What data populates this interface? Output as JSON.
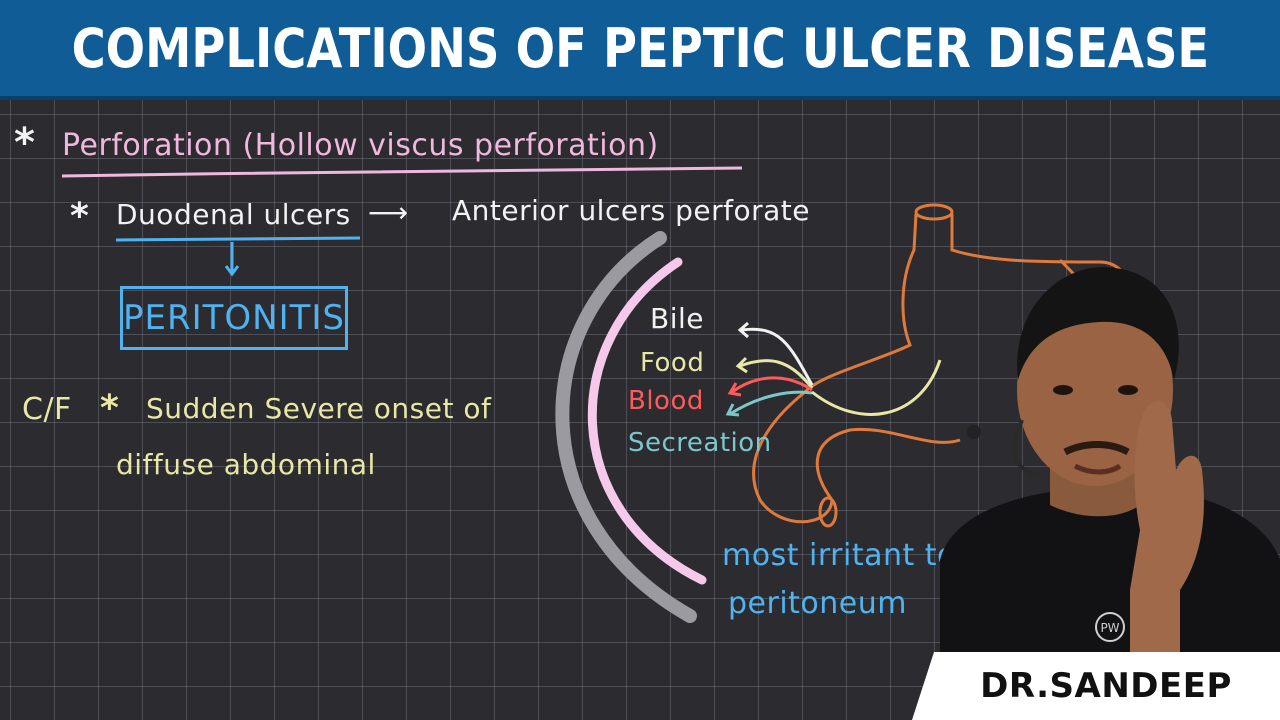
{
  "title": "COMPLICATIONS OF PEPTIC ULCER DISEASE",
  "notes": {
    "heading": "Perforation (Hollow viscus perforation)",
    "star": "*",
    "duodenal": "Duodenal ulcers",
    "arrow": "⟶",
    "anterior": "Anterior ulcers perforate",
    "peritonitis": "PERITONITIS",
    "cf_label": "C/F",
    "cf_line1": "Sudden Severe onset of",
    "cf_line2": "diffuse abdominal"
  },
  "diagram": {
    "bile": "Bile",
    "food": "Food",
    "blood": "Blood",
    "secretion": "Secreation",
    "irritant_line1": "most irritant to",
    "irritant_line2": "peritoneum"
  },
  "presenter": {
    "name": "DR.SANDEEP",
    "badge": "PW"
  },
  "colors": {
    "banner": "#0f5c96",
    "board": "#2b2b30",
    "pink_ink": "#f1b8dd",
    "yellow_ink": "#e8e7a6",
    "blue_ink": "#4fb3f0",
    "stomach": "#e07a3a"
  }
}
